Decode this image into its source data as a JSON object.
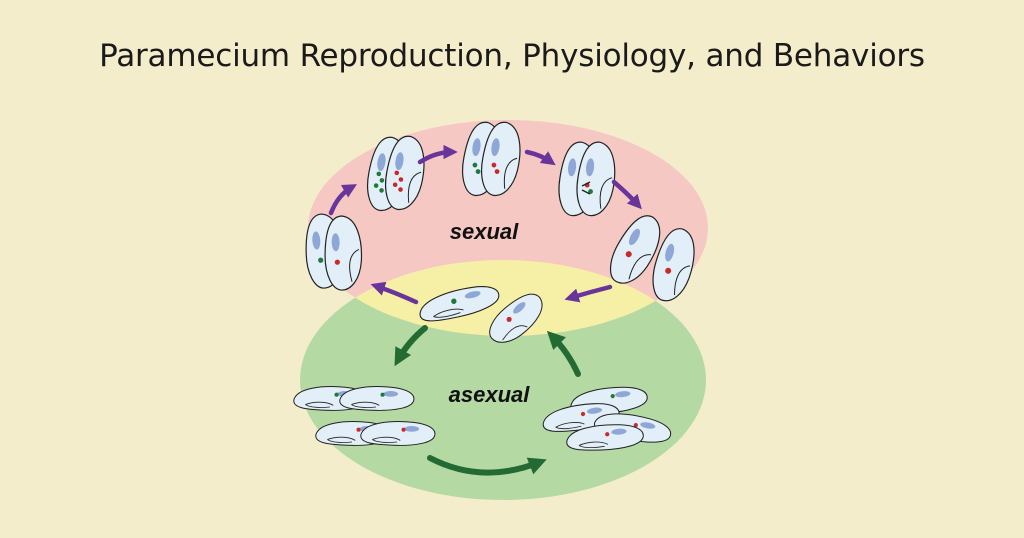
{
  "title": "Paramecium Reproduction, Physiology, and Behaviors",
  "labels": {
    "sexual": "sexual",
    "asexual": "asexual"
  },
  "colors": {
    "background": "#f3edcb",
    "sexual_region": "#f6c8c4",
    "asexual_region": "#b4d9a3",
    "overlap_region": "#f6f0a6",
    "sexual_arrow": "#6a359a",
    "asexual_arrow": "#236b33",
    "cell_fill": "#e2eef8",
    "macronucleus": "#8ea7d6",
    "micronucleus_green": "#1f7a3a",
    "micronucleus_red": "#c82a2a"
  }
}
